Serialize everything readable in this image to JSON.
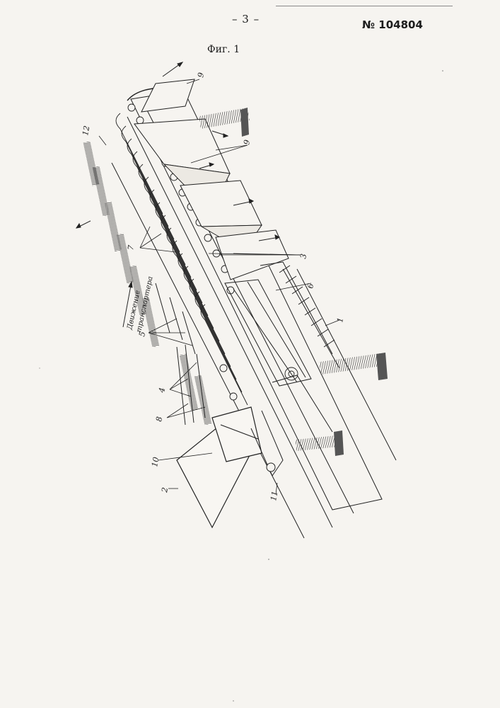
{
  "header": {
    "page_number": "– 3 –",
    "patent_number": "№ 104804"
  },
  "figure": {
    "title": "Фиг. 1",
    "labels": {
      "l1": "1",
      "l2": "2",
      "l3": "3",
      "l4": "4",
      "l5": "5",
      "l6": "6",
      "l7": "7",
      "l8": "8",
      "l9a": "9",
      "l9b": "9",
      "l10": "10",
      "l11": "11",
      "l12": "12"
    },
    "movement_line1": "Движение",
    "movement_line2": "транспортера"
  }
}
